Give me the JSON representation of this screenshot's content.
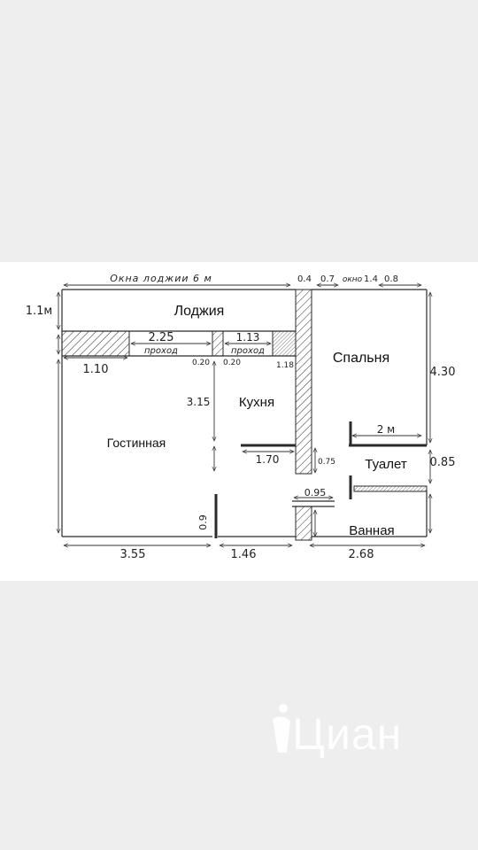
{
  "rooms": {
    "loggia": "Лоджия",
    "bedroom": "Спальня",
    "kitchen": "Кухня",
    "living": "Гостинная",
    "toilet": "Туалет",
    "bath": "Ванная"
  },
  "notes": {
    "loggia_windows": "Окна лоджии  6 м",
    "passage": "проход",
    "window": "окно"
  },
  "dimensions": {
    "wall_04": "0.4",
    "d_07": "0.7",
    "d_14": "1.4",
    "d_08": "0.8",
    "loggia_depth": "1.1м",
    "d_225": "2.25",
    "d_113": "1.13",
    "d_110": "1.10",
    "d_020a": "0.20",
    "d_020b": "0.20",
    "d_118": "1.18",
    "bedroom_height": "4.30",
    "kitchen_height": "3.15",
    "d_2m": "2 м",
    "d_170": "1.70",
    "d_075": "0.75",
    "d_085": "0.85",
    "d_095": "0.95",
    "d_09": "0.9",
    "bottom_355": "3.55",
    "bottom_146": "1.46",
    "bottom_268": "2.68"
  },
  "watermark": {
    "text": "Циан"
  },
  "colors": {
    "panel": "#ffffff",
    "background": "#eeeeee",
    "lines": "#2a2a2a"
  }
}
